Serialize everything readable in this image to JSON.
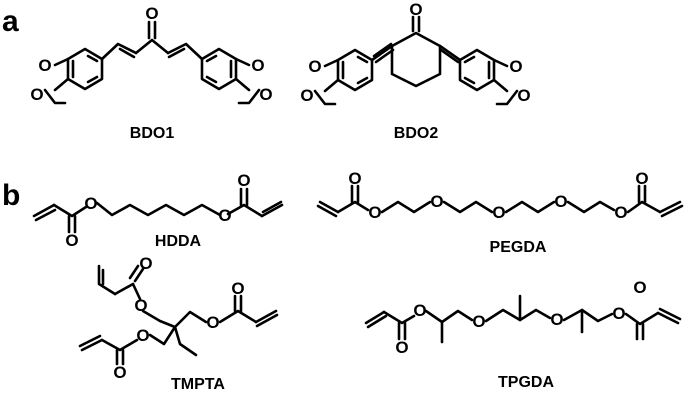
{
  "figure": {
    "panels": [
      {
        "letter": "a",
        "compounds": [
          {
            "name": "BDO1"
          },
          {
            "name": "BDO2"
          }
        ]
      },
      {
        "letter": "b",
        "compounds": [
          {
            "name": "HDDA"
          },
          {
            "name": "PEGDA"
          },
          {
            "name": "TMPTA"
          },
          {
            "name": "TPGDA"
          }
        ]
      }
    ],
    "atom_label": "O",
    "colors": {
      "ink": "#000000",
      "background": "#ffffff"
    }
  }
}
